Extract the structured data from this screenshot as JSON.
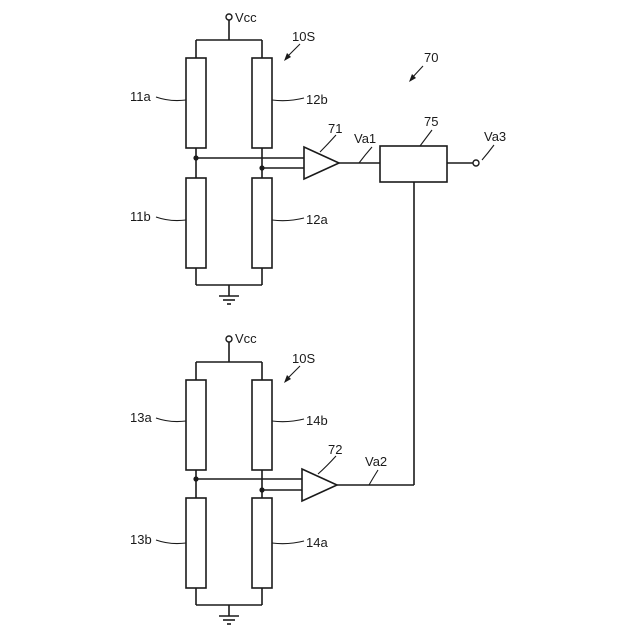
{
  "labels": {
    "vcc_top": "Vcc",
    "sensor_top": "10S",
    "system": "70",
    "r11a": "11a",
    "r12b": "12b",
    "r11b": "11b",
    "r12a": "12a",
    "amp1": "71",
    "va1": "Va1",
    "block75": "75",
    "va3": "Va3",
    "vcc_bottom": "Vcc",
    "sensor_bottom": "10S",
    "r13a": "13a",
    "r14b": "14b",
    "r13b": "13b",
    "r14a": "14a",
    "amp2": "72",
    "va2": "Va2"
  }
}
